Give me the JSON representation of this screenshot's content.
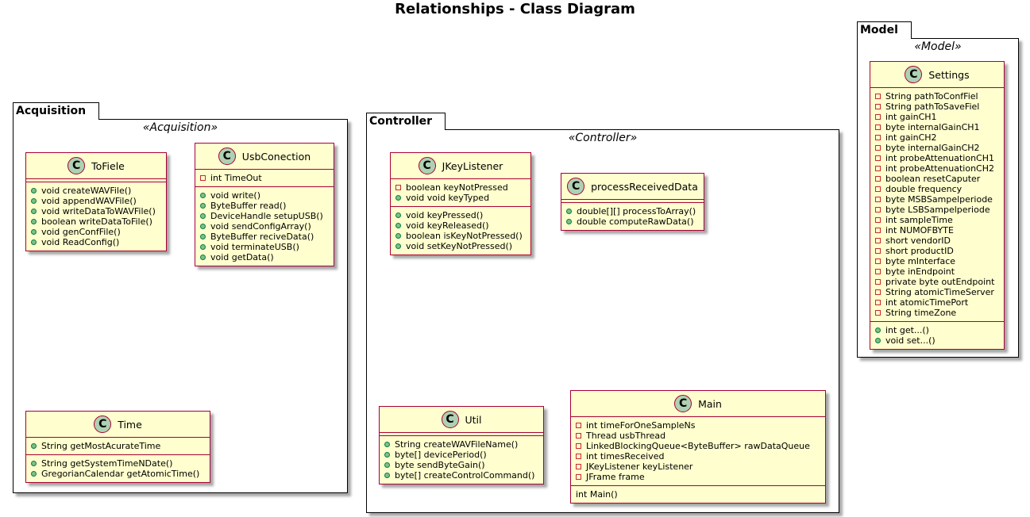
{
  "title": "Relationships - Class Diagram",
  "packages": {
    "acquisition": {
      "name": "Acquisition",
      "stereotype": "«Acquisition»",
      "classes": {
        "tofiele": {
          "name": "ToFiele",
          "icon": "C",
          "fields": [],
          "methods": [
            {
              "vis": "public",
              "text": "void createWAVFile()"
            },
            {
              "vis": "public",
              "text": "void appendWAVFile()"
            },
            {
              "vis": "public",
              "text": "void writeDataToWAVFile()"
            },
            {
              "vis": "public",
              "text": "boolean writeDataToFile()"
            },
            {
              "vis": "public",
              "text": "void genConfFile()"
            },
            {
              "vis": "public",
              "text": "void ReadConfig()"
            }
          ]
        },
        "usbconection": {
          "name": "UsbConection",
          "icon": "C",
          "fields": [
            {
              "vis": "private",
              "text": "int TimeOut"
            }
          ],
          "methods": [
            {
              "vis": "public",
              "text": "void write()"
            },
            {
              "vis": "public",
              "text": "ByteBuffer read()"
            },
            {
              "vis": "public",
              "text": "DeviceHandle setupUSB()"
            },
            {
              "vis": "public",
              "text": "void sendConfigArray()"
            },
            {
              "vis": "public",
              "text": "ByteBuffer reciveData()"
            },
            {
              "vis": "public",
              "text": "void terminateUSB()"
            },
            {
              "vis": "public",
              "text": "void getData()"
            }
          ]
        },
        "time": {
          "name": "Time",
          "icon": "C",
          "fields": [
            {
              "vis": "public",
              "text": "String getMostAcurateTime"
            }
          ],
          "methods": [
            {
              "vis": "public",
              "text": "String getSystemTimeNDate()"
            },
            {
              "vis": "public",
              "text": "GregorianCalendar getAtomicTime()"
            }
          ]
        }
      }
    },
    "controller": {
      "name": "Controller",
      "stereotype": "«Controller»",
      "classes": {
        "jkeylistener": {
          "name": "JKeyListener",
          "icon": "C",
          "fields": [
            {
              "vis": "private",
              "text": "boolean keyNotPressed"
            },
            {
              "vis": "public",
              "text": "void void keyTyped"
            }
          ],
          "methods": [
            {
              "vis": "public",
              "text": "void keyPressed()"
            },
            {
              "vis": "public",
              "text": "void keyReleased()"
            },
            {
              "vis": "public",
              "text": "boolean isKeyNotPressed()"
            },
            {
              "vis": "public",
              "text": "void setKeyNotPressed()"
            }
          ]
        },
        "processreceiveddata": {
          "name": "processReceivedData",
          "icon": "C",
          "fields": [],
          "methods": [
            {
              "vis": "public",
              "text": "double[][] processToArray()"
            },
            {
              "vis": "public",
              "text": "double computeRawData()"
            }
          ]
        },
        "util": {
          "name": "Util",
          "icon": "C",
          "fields": [],
          "methods": [
            {
              "vis": "public",
              "text": "String createWAVFileName()"
            },
            {
              "vis": "public",
              "text": "byte[] devicePeriod()"
            },
            {
              "vis": "public",
              "text": "byte sendByteGain()"
            },
            {
              "vis": "public",
              "text": "byte[] createControlCommand()"
            }
          ]
        },
        "main": {
          "name": "Main",
          "icon": "C",
          "fields": [
            {
              "vis": "private",
              "text": "int timeForOneSampleNs"
            },
            {
              "vis": "private",
              "text": "Thread usbThread"
            },
            {
              "vis": "private",
              "text": "LinkedBlockingQueue<ByteBuffer> rawDataQueue"
            },
            {
              "vis": "private",
              "text": "int timesReceived"
            },
            {
              "vis": "private",
              "text": "JKeyListener keyListener"
            },
            {
              "vis": "private",
              "text": "JFrame frame"
            }
          ],
          "methods": [
            {
              "vis": "none",
              "text": "int Main()"
            }
          ]
        }
      }
    },
    "model": {
      "name": "Model",
      "stereotype": "«Model»",
      "classes": {
        "settings": {
          "name": "Settings",
          "icon": "C",
          "fields": [
            {
              "vis": "private",
              "text": "String pathToConfFiel"
            },
            {
              "vis": "private",
              "text": "String pathToSaveFiel"
            },
            {
              "vis": "private",
              "text": "int gainCH1"
            },
            {
              "vis": "private",
              "text": "byte internalGainCH1"
            },
            {
              "vis": "private",
              "text": "int gainCH2"
            },
            {
              "vis": "private",
              "text": "byte internalGainCH2"
            },
            {
              "vis": "private",
              "text": "int probeAttenuationCH1"
            },
            {
              "vis": "private",
              "text": "int probeAttenuationCH2"
            },
            {
              "vis": "private",
              "text": "boolean resetCaputer"
            },
            {
              "vis": "private",
              "text": "double frequency"
            },
            {
              "vis": "private",
              "text": "byte MSBSampelperiode"
            },
            {
              "vis": "private",
              "text": "byte LSBSampelperiode"
            },
            {
              "vis": "private",
              "text": "int sampleTime"
            },
            {
              "vis": "private",
              "text": "int NUMOFBYTE"
            },
            {
              "vis": "private",
              "text": "short vendorID"
            },
            {
              "vis": "private",
              "text": "short productID"
            },
            {
              "vis": "private",
              "text": "byte mInterface"
            },
            {
              "vis": "private",
              "text": "byte inEndpoint"
            },
            {
              "vis": "private",
              "text": "private byte outEndpoint"
            },
            {
              "vis": "private",
              "text": "String atomicTimeServer"
            },
            {
              "vis": "private",
              "text": "int atomicTimePort"
            },
            {
              "vis": "private",
              "text": "String timeZone"
            }
          ],
          "methods": [
            {
              "vis": "public",
              "text": "int get...()"
            },
            {
              "vis": "public",
              "text": "void set...()"
            }
          ]
        }
      }
    }
  }
}
